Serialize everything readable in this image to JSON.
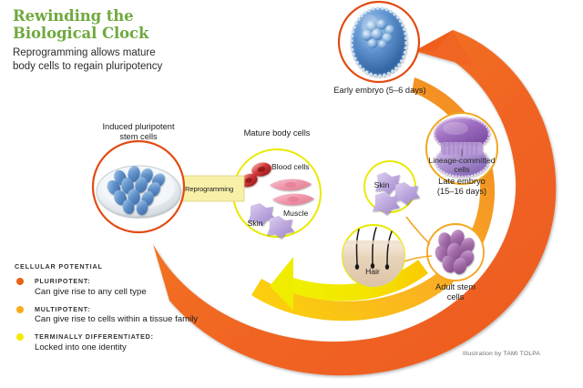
{
  "header": {
    "title_line1": "Rewinding the",
    "title_line2": "Biological Clock",
    "subtitle_line1": "Reprogramming allows mature",
    "subtitle_line2": "body cells to regain pluripotency",
    "title_color": "#6fa93f"
  },
  "legend": {
    "heading": "CELLULAR POTENTIAL",
    "items": [
      {
        "term": "PLURIPOTENT:",
        "description": "Can give rise to any cell type",
        "color": "#ea6118"
      },
      {
        "term": "MULTIPOTENT:",
        "description": "Can give rise  to cells within a tissue family",
        "color": "#f9ab1e"
      },
      {
        "term": "TERMINALLY DIFFERENTIATED:",
        "description": "Locked into one identity",
        "color": "#f6e900"
      }
    ]
  },
  "nodes": {
    "ipsc": {
      "label": "Induced pluripotent\nstem cells",
      "ring_color": "#e24a13"
    },
    "mature_body_cells": {
      "label": "Mature body cells",
      "ring_color": "#e9e900",
      "contents": [
        {
          "name": "Blood cells"
        },
        {
          "name": "Muscle"
        },
        {
          "name": "Skin"
        }
      ]
    },
    "early_embryo": {
      "label": "Early embryo (5–6 days)",
      "ring_color": "#e24a13"
    },
    "late_embryo": {
      "label": "Late embryo\n(15–16 days)",
      "inner_label": "Lineage-committed\ncells",
      "ring_color": "#f0a71b"
    },
    "adult_stem_cells": {
      "label": "Adult stem\ncells",
      "ring_color": "#f5a623"
    },
    "skin": {
      "label": "Skin",
      "ring_color": "#e9e900"
    },
    "hair": {
      "label": "Hair",
      "ring_color": "#e9e900"
    }
  },
  "arrows": {
    "reprogramming": {
      "label": "Reprogramming",
      "color": "#f7f0a0"
    },
    "outer_loop_color": "#f06522",
    "differentiation_color": "#f6e800"
  },
  "credit": "Illustration by TAMI TOLPA"
}
